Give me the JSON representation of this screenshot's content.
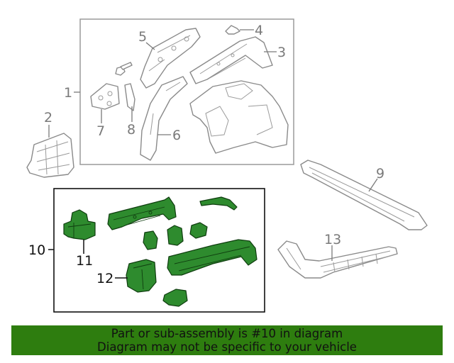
{
  "callouts": {
    "c1": "1",
    "c2": "2",
    "c3": "3",
    "c4": "4",
    "c5": "5",
    "c6": "6",
    "c7": "7",
    "c8": "8",
    "c9": "9",
    "c10": "10",
    "c11": "11",
    "c12": "12",
    "c13": "13"
  },
  "banner": {
    "line1": "Part or sub-assembly is #10 in diagram",
    "line2": "Diagram may not be specific to your vehicle"
  },
  "colors": {
    "highlight_green": "#2e8b2e",
    "banner_green": "#2e7d0f"
  }
}
